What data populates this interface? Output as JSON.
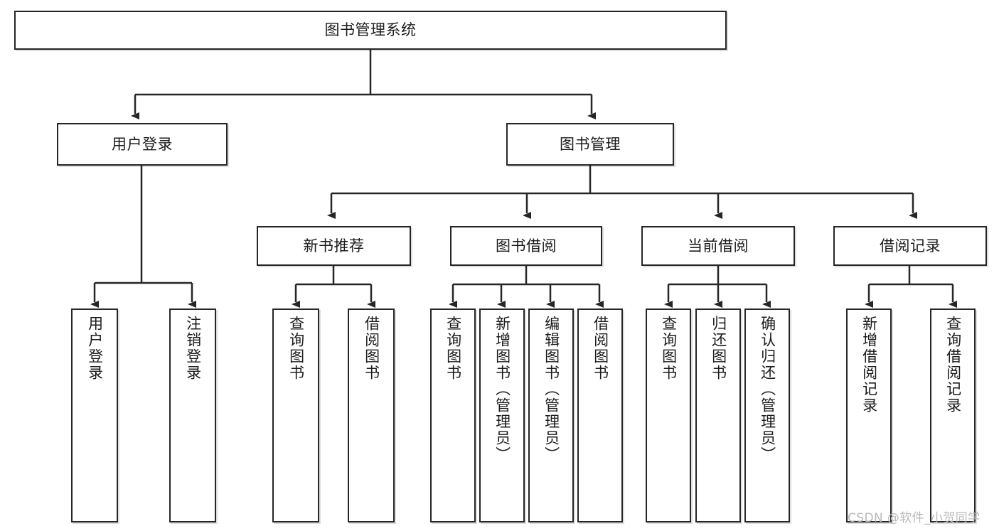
{
  "diagram": {
    "title": "图书管理系统",
    "type": "hierarchy-tree",
    "root": {
      "id": "root",
      "label": "图书管理系统"
    },
    "level2": [
      {
        "id": "user-login",
        "label": "用户登录"
      },
      {
        "id": "book-management",
        "label": "图书管理"
      }
    ],
    "level3": [
      {
        "id": "new-book-recommend",
        "label": "新书推荐"
      },
      {
        "id": "book-borrow",
        "label": "图书借阅"
      },
      {
        "id": "current-borrow",
        "label": "当前借阅"
      },
      {
        "id": "borrow-record",
        "label": "借阅记录"
      }
    ],
    "leaves": [
      {
        "id": "leaf-user-login",
        "parent": "user-login",
        "label": "用户登录"
      },
      {
        "id": "leaf-logout-login",
        "parent": "user-login",
        "label": "注销登录"
      },
      {
        "id": "leaf-query-book-1",
        "parent": "new-book-recommend",
        "label": "查询图书"
      },
      {
        "id": "leaf-borrow-book-1",
        "parent": "new-book-recommend",
        "label": "借阅图书"
      },
      {
        "id": "leaf-query-book-2",
        "parent": "book-borrow",
        "label": "查询图书"
      },
      {
        "id": "leaf-add-book",
        "parent": "book-borrow",
        "label": "新增图书（管理员）"
      },
      {
        "id": "leaf-edit-book",
        "parent": "book-borrow",
        "label": "编辑图书（管理员）"
      },
      {
        "id": "leaf-borrow-book-2",
        "parent": "book-borrow",
        "label": "借阅图书"
      },
      {
        "id": "leaf-query-book-3",
        "parent": "current-borrow",
        "label": "查询图书"
      },
      {
        "id": "leaf-return-book",
        "parent": "current-borrow",
        "label": "归还图书"
      },
      {
        "id": "leaf-confirm-return",
        "parent": "current-borrow",
        "label": "确认归还（管理员）"
      },
      {
        "id": "leaf-add-record",
        "parent": "borrow-record",
        "label": "新增借阅记录"
      },
      {
        "id": "leaf-query-record",
        "parent": "borrow-record",
        "label": "查询借阅记录"
      }
    ],
    "colors": {
      "box_border": "#262626",
      "box_fill": "#ffffff",
      "connector": "#262626",
      "text": "#1b1b1b",
      "watermark": "#b9b9b9"
    }
  },
  "watermark": {
    "text": "CSDN @软件_小贺同学"
  }
}
